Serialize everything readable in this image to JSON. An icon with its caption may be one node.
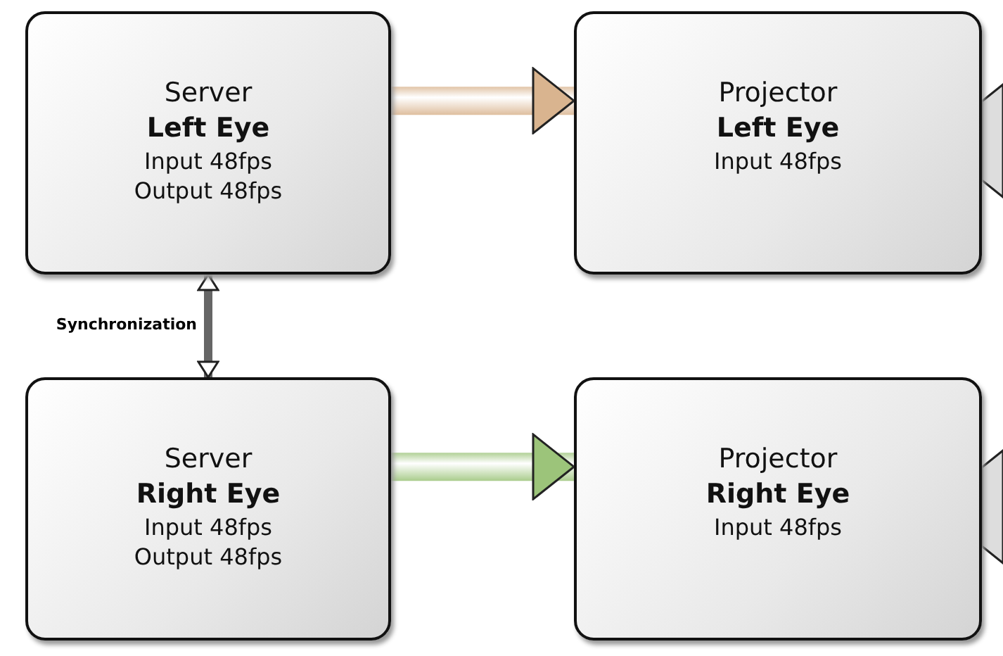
{
  "diagram": {
    "nodes": [
      {
        "text": [
          "Server",
          "Left Eye",
          "Input 48fps",
          "Output 48fps"
        ]
      },
      {
        "text": [
          "Projector",
          "Left Eye",
          "Input 48fps"
        ]
      },
      {
        "text": [
          "Server",
          "Right Eye",
          "Input 48fps",
          "Output 48fps"
        ]
      },
      {
        "text": [
          "Projector",
          "Right Eye",
          "Input 48fps"
        ]
      }
    ],
    "edges": [
      {
        "from": 0,
        "to": 1,
        "arrow": "to",
        "style": "thick",
        "color": "#d9b48f"
      },
      {
        "from": 0,
        "to": 2,
        "arrow": "both",
        "label": "Synchronization"
      },
      {
        "from": 2,
        "to": 3,
        "arrow": "to",
        "style": "thick",
        "color": "#9cc47a"
      }
    ]
  }
}
